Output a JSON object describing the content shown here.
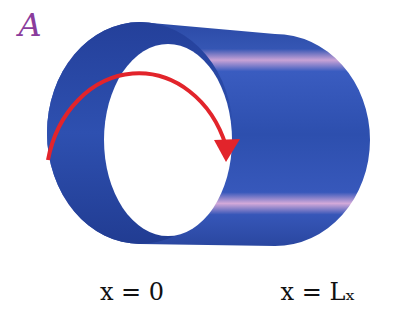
{
  "diagram": {
    "labels": [
      "A",
      "x = 0",
      "x = Lₓ"
    ]
  }
}
